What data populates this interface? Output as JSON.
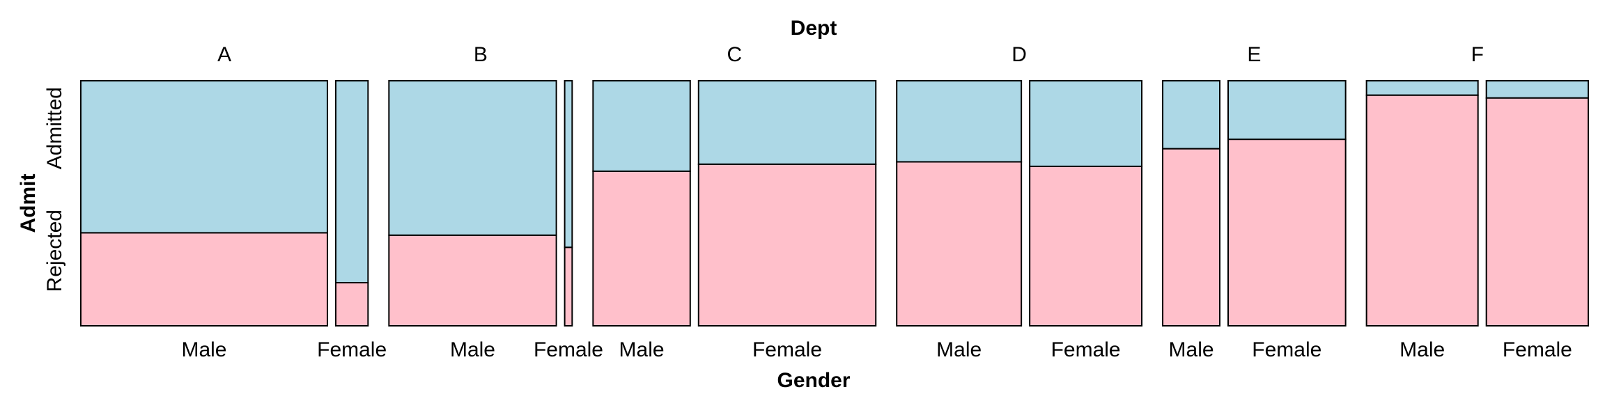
{
  "chart_data": {
    "type": "mosaic",
    "title": "Dept",
    "xlabel": "Gender",
    "ylabel": "Admit",
    "departments": [
      "A",
      "B",
      "C",
      "D",
      "E",
      "F"
    ],
    "genders": [
      "Male",
      "Female"
    ],
    "admit_levels": [
      "Rejected",
      "Admitted"
    ],
    "colors": {
      "Admitted": "#add8e6",
      "Rejected": "#ffc0cb"
    },
    "counts": [
      {
        "dept": "A",
        "gender": "Male",
        "admitted": 512,
        "rejected": 313
      },
      {
        "dept": "A",
        "gender": "Female",
        "admitted": 89,
        "rejected": 19
      },
      {
        "dept": "B",
        "gender": "Male",
        "admitted": 353,
        "rejected": 207
      },
      {
        "dept": "B",
        "gender": "Female",
        "admitted": 17,
        "rejected": 8
      },
      {
        "dept": "C",
        "gender": "Male",
        "admitted": 120,
        "rejected": 205
      },
      {
        "dept": "C",
        "gender": "Female",
        "admitted": 202,
        "rejected": 391
      },
      {
        "dept": "D",
        "gender": "Male",
        "admitted": 138,
        "rejected": 279
      },
      {
        "dept": "D",
        "gender": "Female",
        "admitted": 131,
        "rejected": 244
      },
      {
        "dept": "E",
        "gender": "Male",
        "admitted": 53,
        "rejected": 138
      },
      {
        "dept": "E",
        "gender": "Female",
        "admitted": 94,
        "rejected": 299
      },
      {
        "dept": "F",
        "gender": "Male",
        "admitted": 22,
        "rejected": 351
      },
      {
        "dept": "F",
        "gender": "Female",
        "admitted": 24,
        "rejected": 317
      }
    ]
  }
}
